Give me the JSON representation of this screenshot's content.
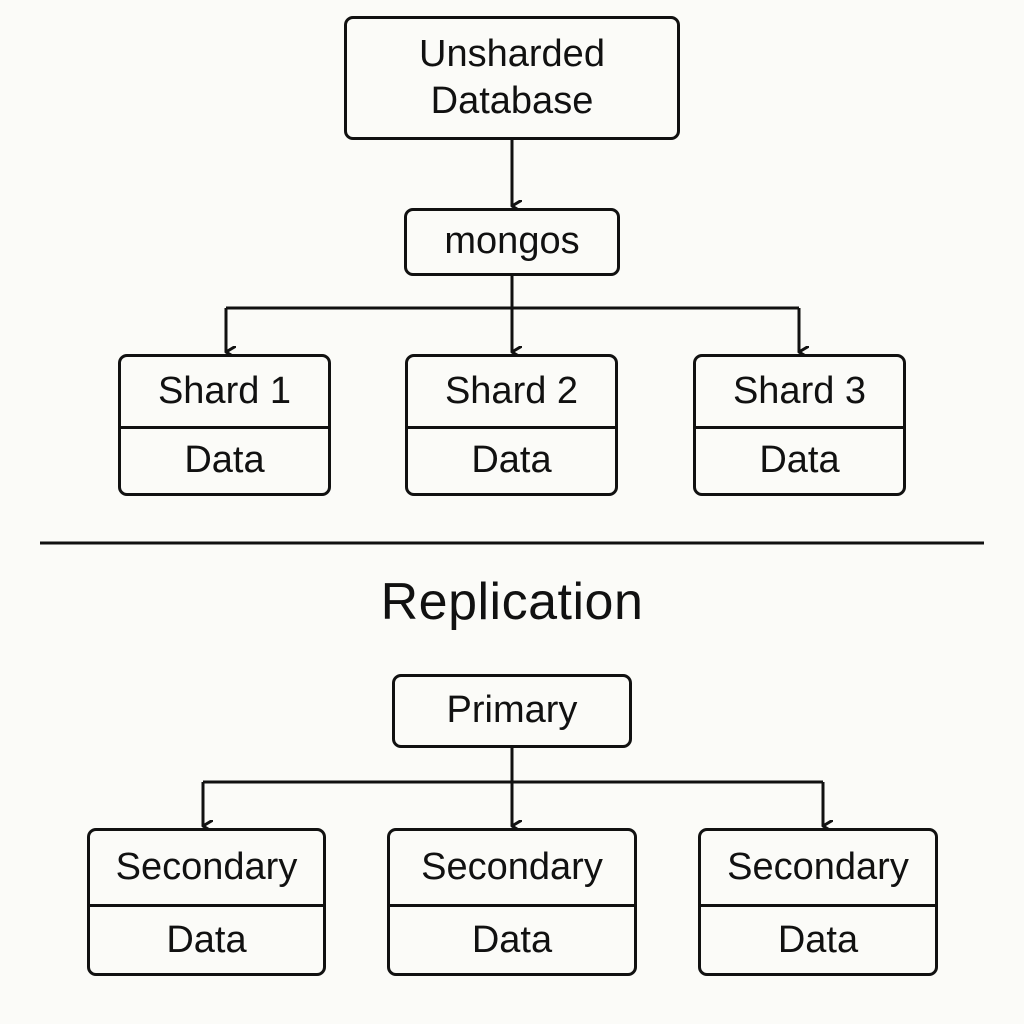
{
  "sharding": {
    "source": {
      "label": "Unsharded\nDatabase"
    },
    "router": {
      "label": "mongos"
    },
    "shards": [
      {
        "name": "Shard 1",
        "content": "Data"
      },
      {
        "name": "Shard 2",
        "content": "Data"
      },
      {
        "name": "Shard 3",
        "content": "Data"
      }
    ]
  },
  "replication": {
    "title": "Replication",
    "primary": {
      "label": "Primary"
    },
    "secondaries": [
      {
        "name": "Secondary",
        "content": "Data"
      },
      {
        "name": "Secondary",
        "content": "Data"
      },
      {
        "name": "Secondary",
        "content": "Data"
      }
    ]
  },
  "style": {
    "stroke": "#111111",
    "background": "#fbfbf8"
  }
}
